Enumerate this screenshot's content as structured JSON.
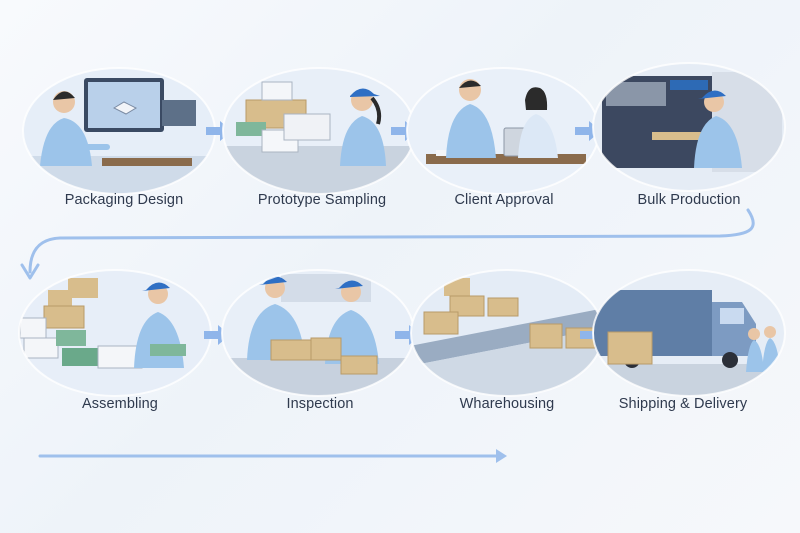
{
  "steps": [
    {
      "label": "Packaging Design"
    },
    {
      "label": "Prototype Sampling"
    },
    {
      "label": "Client Approval"
    },
    {
      "label": "Bulk Production"
    },
    {
      "label": "Assembling"
    },
    {
      "label": "Inspection"
    },
    {
      "label": "Wharehousing"
    },
    {
      "label": "Shipping & Delivery"
    }
  ],
  "colors": {
    "accent": "#7aa7e3",
    "arrow": "#8fb5ea",
    "shirt": "#9cc4ea",
    "cap": "#2f6fc4",
    "box": "#d8bd8c",
    "box_green": "#7fb79b",
    "text": "#2f3a4e"
  }
}
